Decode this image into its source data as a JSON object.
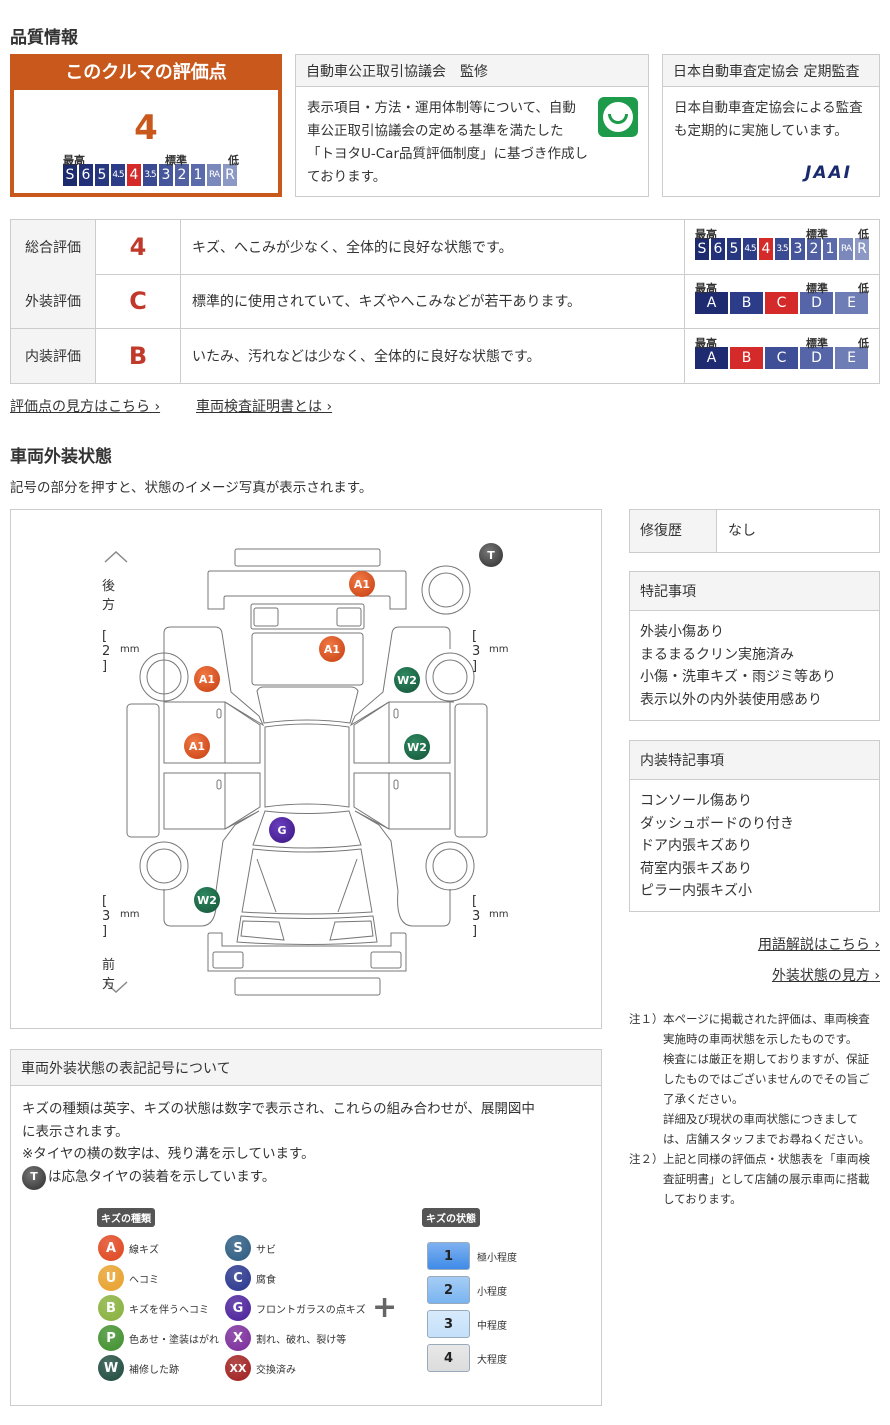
{
  "quality": {
    "heading": "品質情報",
    "score_box": {
      "title": "このクルマの評価点",
      "score": "4",
      "label_high": "最高",
      "label_std": "標準",
      "label_low": "低"
    },
    "scale": [
      {
        "label": "S",
        "color": "#1c2a6e"
      },
      {
        "label": "6",
        "color": "#22307a"
      },
      {
        "label": "5",
        "color": "#27377f"
      },
      {
        "label": "4.5",
        "color": "#2c3c86"
      },
      {
        "label": "4",
        "color": "#d42a2a"
      },
      {
        "label": "3.5",
        "color": "#3a4a92"
      },
      {
        "label": "3",
        "color": "#45559b"
      },
      {
        "label": "2",
        "color": "#5060a3"
      },
      {
        "label": "1",
        "color": "#5a6aab"
      },
      {
        "label": "RA",
        "color": "#7b88bc"
      },
      {
        "label": "R",
        "color": "#8d99c5"
      }
    ],
    "grade_scale": [
      {
        "label": "A",
        "color": "#1e2b70"
      },
      {
        "label": "B",
        "color": "#2c3c88"
      },
      {
        "label": "C",
        "color": "#3e4f98"
      },
      {
        "label": "D",
        "color": "#5565a8"
      },
      {
        "label": "E",
        "color": "#6e7db6"
      }
    ],
    "highlight_color": "#d42a2a",
    "supervision": {
      "title": "自動車公正取引協議会　監修",
      "text": "表示項目・方法・運用体制等について、自動車公正取引協議会の定める基準を満たした「トヨタU-Car品質評価制度」に基づき作成しております。"
    },
    "audit": {
      "title": "日本自動車査定協会 定期監査",
      "text": "日本自動車査定協会による監査も定期的に実施しています。",
      "logo": "JAAI"
    },
    "rows": [
      {
        "label": "総合評価",
        "grade": "4",
        "desc": "キズ、へこみが少なく、全体的に良好な状態です。",
        "type": "score"
      },
      {
        "label": "外装評価",
        "grade": "C",
        "desc": "標準的に使用されていて、キズやへこみなどが若干あります。",
        "type": "grade"
      },
      {
        "label": "内装評価",
        "grade": "B",
        "desc": "いたみ、汚れなどは少なく、全体的に良好な状態です。",
        "type": "grade"
      }
    ],
    "links": [
      "評価点の見方はこちら",
      "車両検査証明書とは"
    ]
  },
  "exterior": {
    "heading": "車両外装状態",
    "instruction": "記号の部分を押すと、状態のイメージ写真が表示されます。",
    "diagram": {
      "rear_label": "後方",
      "front_label": "前方",
      "tread": {
        "rear_left": "[ 2 ]",
        "rear_right": "[ 3 ]",
        "front_left": "[ 3 ]",
        "front_right": "[ 3 ]",
        "unit": "mm"
      },
      "markers": [
        "A1",
        "A1",
        "A1",
        "A1",
        "W2",
        "W2",
        "W2",
        "G",
        "T"
      ]
    },
    "repair_history": {
      "label": "修復歴",
      "value": "なし"
    },
    "notes": {
      "title": "特記事項",
      "items": [
        "外装小傷あり",
        "まるまるクリン実施済み",
        "小傷・洗車キズ・雨ジミ等あり",
        "表示以外の内外装使用感あり"
      ]
    },
    "interior_notes": {
      "title": "内装特記事項",
      "items": [
        "コンソール傷あり",
        "ダッシュボードのり付き",
        "ドア内張キズあり",
        "荷室内張キズあり",
        "ピラー内張キズ小"
      ]
    },
    "links": [
      "用語解説はこちら",
      "外装状態の見方"
    ],
    "disclaimers": [
      {
        "prefix": "注１）",
        "lines": [
          "本ページに掲載された評価は、車両検査",
          "実施時の車両状態を示したものです。",
          "検査には厳正を期しておりますが、保証",
          "したものではございませんのでその旨ご",
          "了承ください。",
          "詳細及び現状の車両状態につきまして",
          "は、店舗スタッフまでお尋ねください。"
        ]
      },
      {
        "prefix": "注２）",
        "lines": [
          "上記と同様の評価点・状態表を「車両検",
          "査証明書」として店舗の展示車両に搭載",
          "しております。"
        ]
      }
    ]
  },
  "legend": {
    "title": "車両外装状態の表記記号について",
    "lines": [
      "キズの種類は英字、キズの状態は数字で表示され、これらの組み合わせが、展開図中",
      "に表示されます。",
      "※タイヤの横の数字は、残り溝を示しています。",
      "は応急タイヤの装着を示しています。"
    ],
    "spare_symbol": "T",
    "types_tag": "キズの種類",
    "state_tag": "キズの状態",
    "types": [
      {
        "code": "A",
        "label": "線キズ",
        "color": "#e0451e"
      },
      {
        "code": "U",
        "label": "ヘコミ",
        "color": "#e8a02a"
      },
      {
        "code": "B",
        "label": "キズを伴うヘコミ",
        "color": "#86b03a"
      },
      {
        "code": "P",
        "label": "色あせ・塗装はがれ",
        "color": "#3f8f2c"
      },
      {
        "code": "W",
        "label": "補修した跡",
        "color": "#1e4a3e"
      },
      {
        "code": "S",
        "label": "サビ",
        "color": "#2a5a80"
      },
      {
        "code": "C",
        "label": "腐食",
        "color": "#27348c"
      },
      {
        "code": "G",
        "label": "フロントガラスの点キズ",
        "color": "#4a1f9a"
      },
      {
        "code": "X",
        "label": "割れ、破れ、裂け等",
        "color": "#7a2a9a"
      },
      {
        "code": "XX",
        "label": "交換済み",
        "color": "#a01e1e"
      }
    ],
    "plus": "+",
    "states": [
      {
        "code": "1",
        "label": "極小程度",
        "color": "#3f8be8"
      },
      {
        "code": "2",
        "label": "小程度",
        "color": "#79b4f0"
      },
      {
        "code": "3",
        "label": "中程度",
        "color": "#c4e0fa"
      },
      {
        "code": "4",
        "label": "大程度",
        "color": "#dcdcdc"
      }
    ]
  }
}
